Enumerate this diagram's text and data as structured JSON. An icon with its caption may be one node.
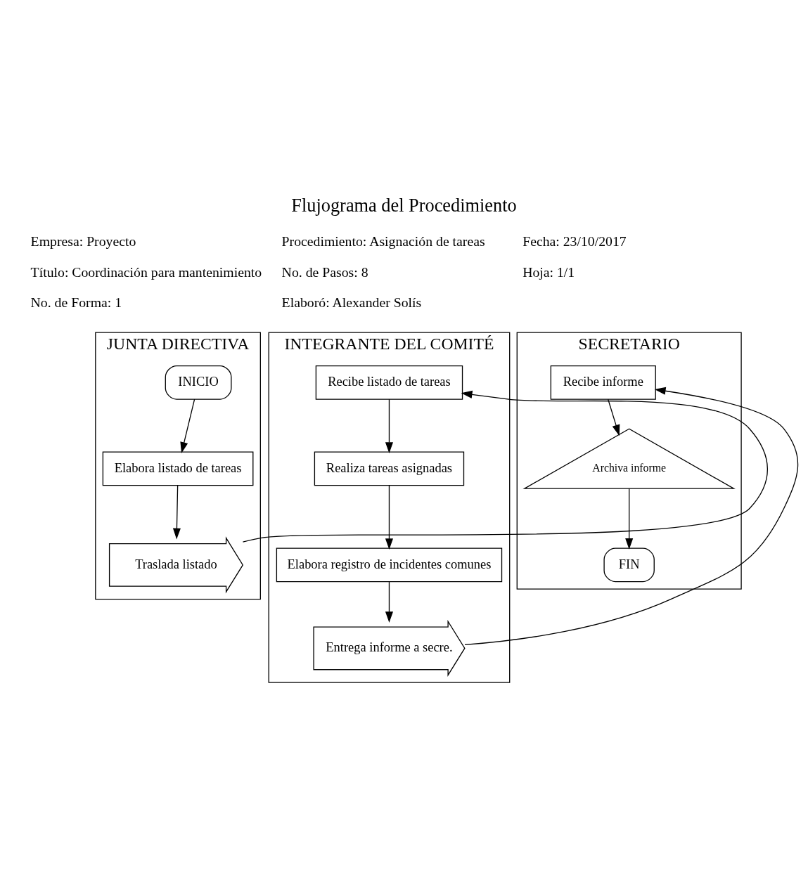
{
  "diagram": {
    "title": "Flujograma del Procedimiento",
    "nodes": [
      {
        "text": [
          "JUNTA DIRECTIVA"
        ]
      },
      {
        "text": [
          "INTEGRANTE DEL COMITÉ"
        ]
      },
      {
        "text": [
          "SECRETARIO"
        ]
      },
      {
        "text": [
          "INICIO"
        ],
        "in": 0
      },
      {
        "text": [
          "Elabora listado de tareas"
        ],
        "in": 0
      },
      {
        "text": [
          "Traslada listado"
        ],
        "in": 0
      },
      {
        "text": [
          "Recibe listado de tareas"
        ],
        "in": 1
      },
      {
        "text": [
          "Realiza tareas asignadas"
        ],
        "in": 1
      },
      {
        "text": [
          "Elabora registro de incidentes comunes"
        ],
        "in": 1
      },
      {
        "text": [
          "Entrega informe a secre."
        ],
        "in": 1
      },
      {
        "text": [
          "Recibe informe"
        ],
        "in": 2
      },
      {
        "text": [
          "Archiva informe"
        ],
        "in": 2
      },
      {
        "text": [
          "FIN"
        ],
        "in": 2
      }
    ],
    "edges": [
      {
        "from": 3,
        "to": 4,
        "arrow": "to"
      },
      {
        "from": 4,
        "to": 5,
        "arrow": "to"
      },
      {
        "from": 5,
        "to": 6,
        "arrow": "to"
      },
      {
        "from": 6,
        "to": 7,
        "arrow": "to"
      },
      {
        "from": 7,
        "to": 8,
        "arrow": "to"
      },
      {
        "from": 8,
        "to": 9,
        "arrow": "to"
      },
      {
        "from": 9,
        "to": 10,
        "arrow": "to"
      },
      {
        "from": 10,
        "to": 11,
        "arrow": "to"
      },
      {
        "from": 11,
        "to": 12,
        "arrow": "to"
      }
    ],
    "labels": [
      "Empresa: Proyecto",
      "Procedimiento: Asignación de tareas",
      "Fecha: 23/10/2017",
      "Título: Coordinación para mantenimiento",
      "No. de Pasos: 8",
      "Hoja: 1/1",
      "No. de Forma: 1",
      "Elaboró: Alexander Solís"
    ]
  }
}
